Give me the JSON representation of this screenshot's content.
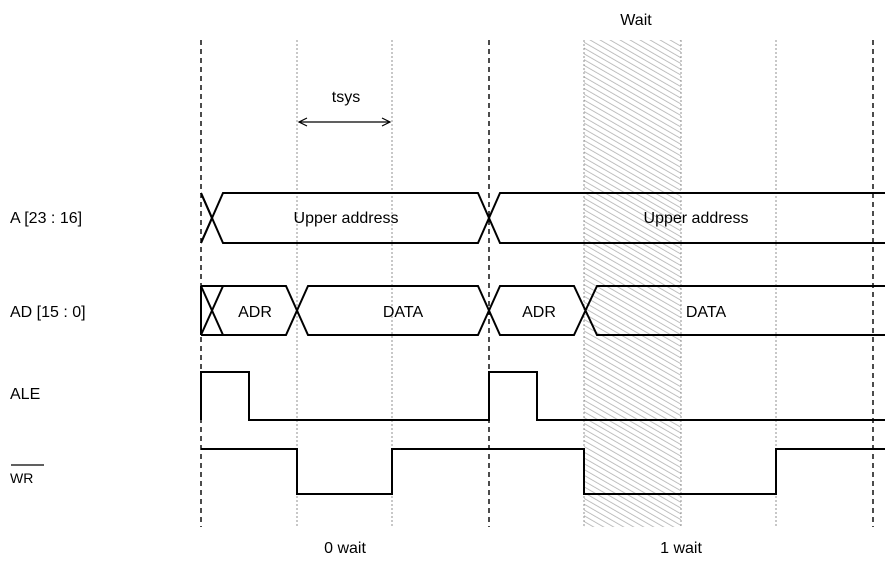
{
  "signals": [
    {
      "label": "A [23 : 16]"
    },
    {
      "label": "AD [15 : 0]"
    },
    {
      "label": "ALE"
    },
    {
      "label": "WR",
      "overbar": true
    }
  ],
  "cycles": [
    {
      "caption": "0 wait",
      "upper_address": "Upper address",
      "ad_adr": "ADR",
      "ad_data": "DATA"
    },
    {
      "caption": "1 wait",
      "upper_address": "Upper address",
      "ad_adr": "ADR",
      "ad_data": "DATA"
    }
  ],
  "annotations": {
    "tsys": "tsys",
    "wait": "Wait"
  },
  "colors": {
    "line": "#000000",
    "wait_hatch": "#b0b0b0"
  }
}
